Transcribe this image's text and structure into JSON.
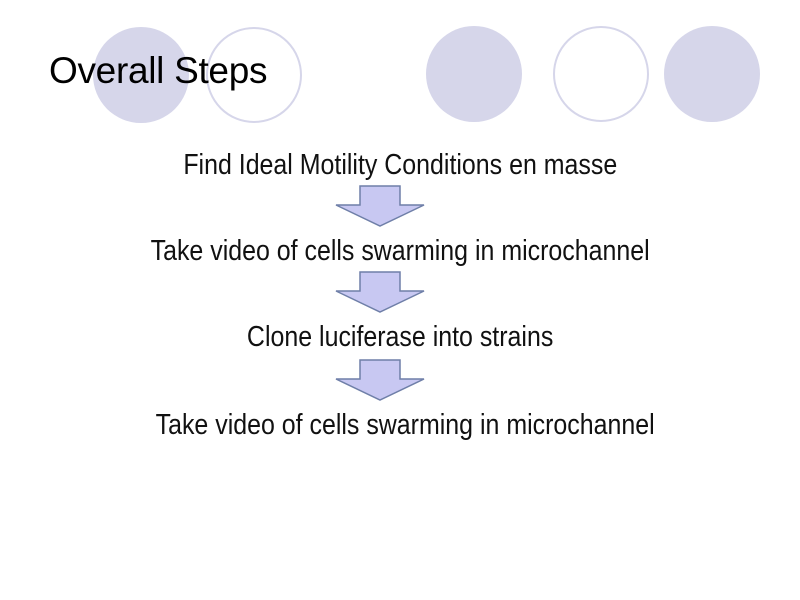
{
  "slide": {
    "title": "Overall Steps",
    "steps": [
      {
        "label": "Find Ideal Motility Conditions en masse"
      },
      {
        "label": "Take video of cells swarming in microchannel"
      },
      {
        "label": "Clone luciferase into strains"
      },
      {
        "label": "Take video of cells swarming in microchannel"
      }
    ],
    "arrows": [
      {
        "icon": "down-arrow-icon"
      },
      {
        "icon": "down-arrow-icon"
      },
      {
        "icon": "down-arrow-icon"
      }
    ],
    "decoration": {
      "circle_fill": "#d6d6ea",
      "arrow_fill": "#c8c8f2",
      "arrow_stroke": "#6f7fa8"
    }
  }
}
